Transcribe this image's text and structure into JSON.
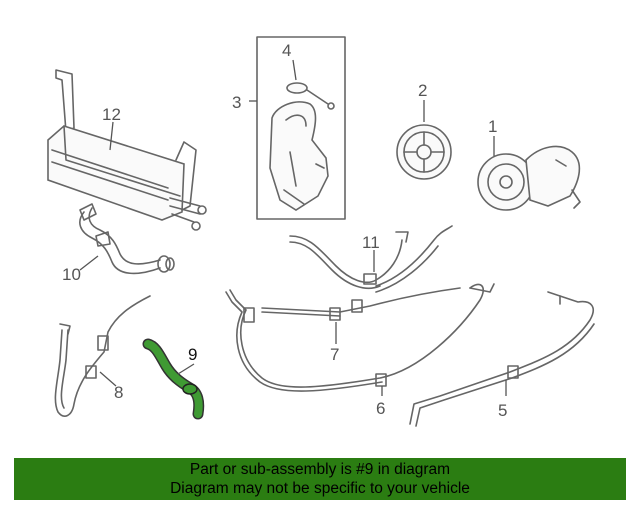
{
  "callouts": {
    "c1": "1",
    "c2": "2",
    "c3": "3",
    "c4": "4",
    "c5": "5",
    "c6": "6",
    "c7": "7",
    "c8": "8",
    "c9": "9",
    "c10": "10",
    "c11": "11",
    "c12": "12"
  },
  "banner": {
    "line1": "Part or sub-assembly is #9 in diagram",
    "line2": "Diagram may not be specific to your vehicle"
  },
  "colors": {
    "highlight": "#3f9a33",
    "banner_bg": "#2b7d12"
  }
}
